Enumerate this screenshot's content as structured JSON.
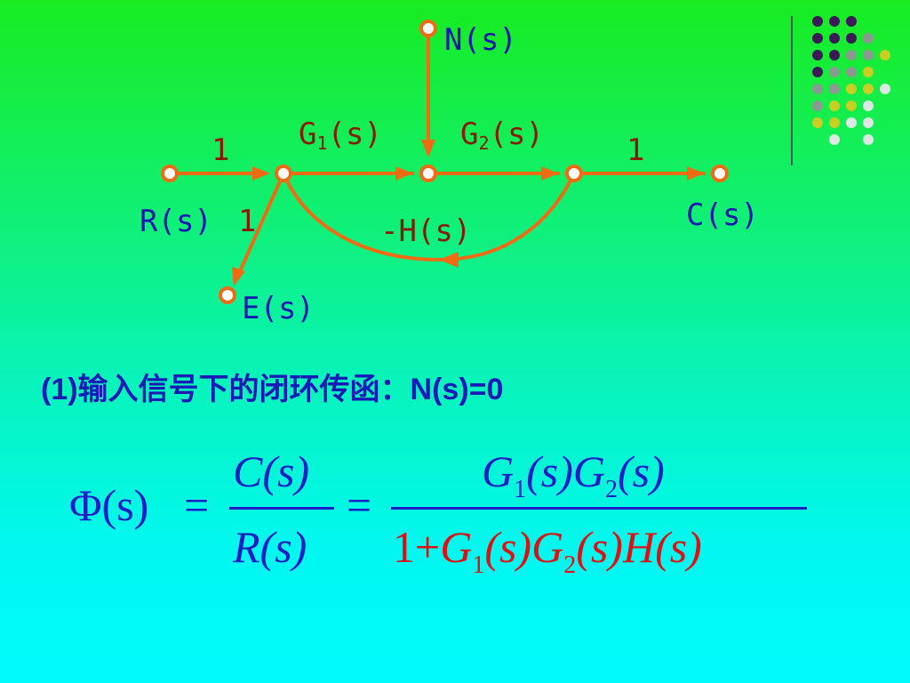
{
  "diagram": {
    "nodes": {
      "N": "N(s)",
      "R": "R(s)",
      "C": "C(s)",
      "E": "E(s)"
    },
    "branches": {
      "r_to_1": "1",
      "g1": {
        "main": "G",
        "sub": "1",
        "arg": "(s)"
      },
      "g2": {
        "main": "G",
        "sub": "2",
        "arg": "(s)"
      },
      "to_c": "1",
      "to_e": "1",
      "feedback": "-H(s)"
    }
  },
  "heading": "(1)输入信号下的闭环传函：N(s)=0",
  "formula": {
    "lhs": "Φ(s)",
    "eq1": "=",
    "frac1_num": "C(s)",
    "frac1_den": "R(s)",
    "eq2": "=",
    "frac2_num": {
      "g": "G",
      "s1": "1",
      "a1": "(s)",
      "g2": "G",
      "s2": "2",
      "a2": "(s)"
    },
    "frac2_den": {
      "one": "1",
      "plus": "+",
      "g": "G",
      "s1": "1",
      "a1": "(s)",
      "g2": "G",
      "s2": "2",
      "a2": "(s)",
      "h": "H",
      "a3": "(s)"
    }
  },
  "colors": {
    "branch": "#f26a12",
    "node_fill": "#ffffff",
    "label_blue": "#1515b0",
    "gain_brown": "#8a1a08",
    "formula_blue": "#1e1ec8",
    "formula_red": "#e01010"
  }
}
